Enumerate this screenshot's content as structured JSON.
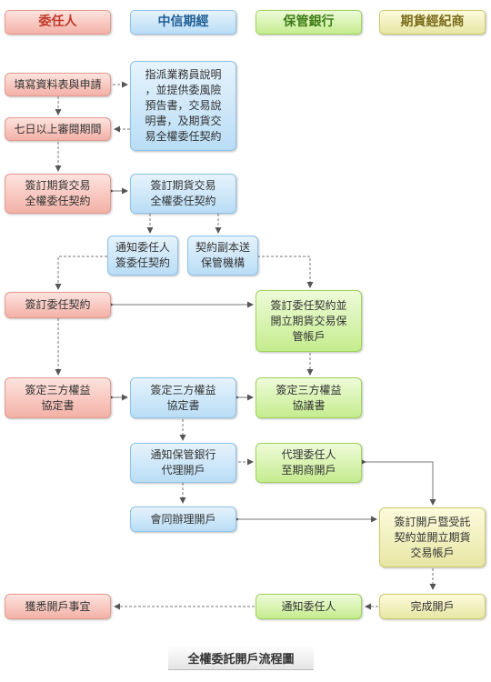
{
  "headers": {
    "client": "委任人",
    "broker": "中信期經",
    "custodian": "保管銀行",
    "fcm": "期貨經紀商"
  },
  "nodes": {
    "fill_forms": "填寫資料表與申請",
    "assign_agent": "指派業務員說明\n，並提供委風險\n預告書，交易說\n明書，及期貨交\n易全權委任契約",
    "review_period": "七日以上審閱期間",
    "sign_client": "簽訂期貨交易\n全權委任契約",
    "sign_broker": "簽訂期貨交易\n全權委任契約",
    "notify_client": "通知委任人\n簽委任契約",
    "send_copy": "契約副本送\n保管機構",
    "client_sign_contract": "簽訂委任契約",
    "bank_sign_open": "簽訂委任契約並\n開立期貨交易保\n管帳戶",
    "client_tripartite": "簽定三方權益\n協定書",
    "broker_tripartite": "簽定三方權益\n協定書",
    "bank_tripartite": "簽定三方權益\n協議書",
    "notify_bank": "通知保管銀行\n代理開戶",
    "bank_agent_open": "代理委任人\n至期商開戶",
    "joint_open": "會同辦理開戶",
    "fcm_sign_open": "簽訂開戶暨受託\n契約並開立期貨\n交易帳戶",
    "done_open": "完成開戶",
    "notify_client_final": "通知委任人",
    "client_informed": "獲悉開戶事宜"
  },
  "caption": "全權委託開戶流程圖"
}
